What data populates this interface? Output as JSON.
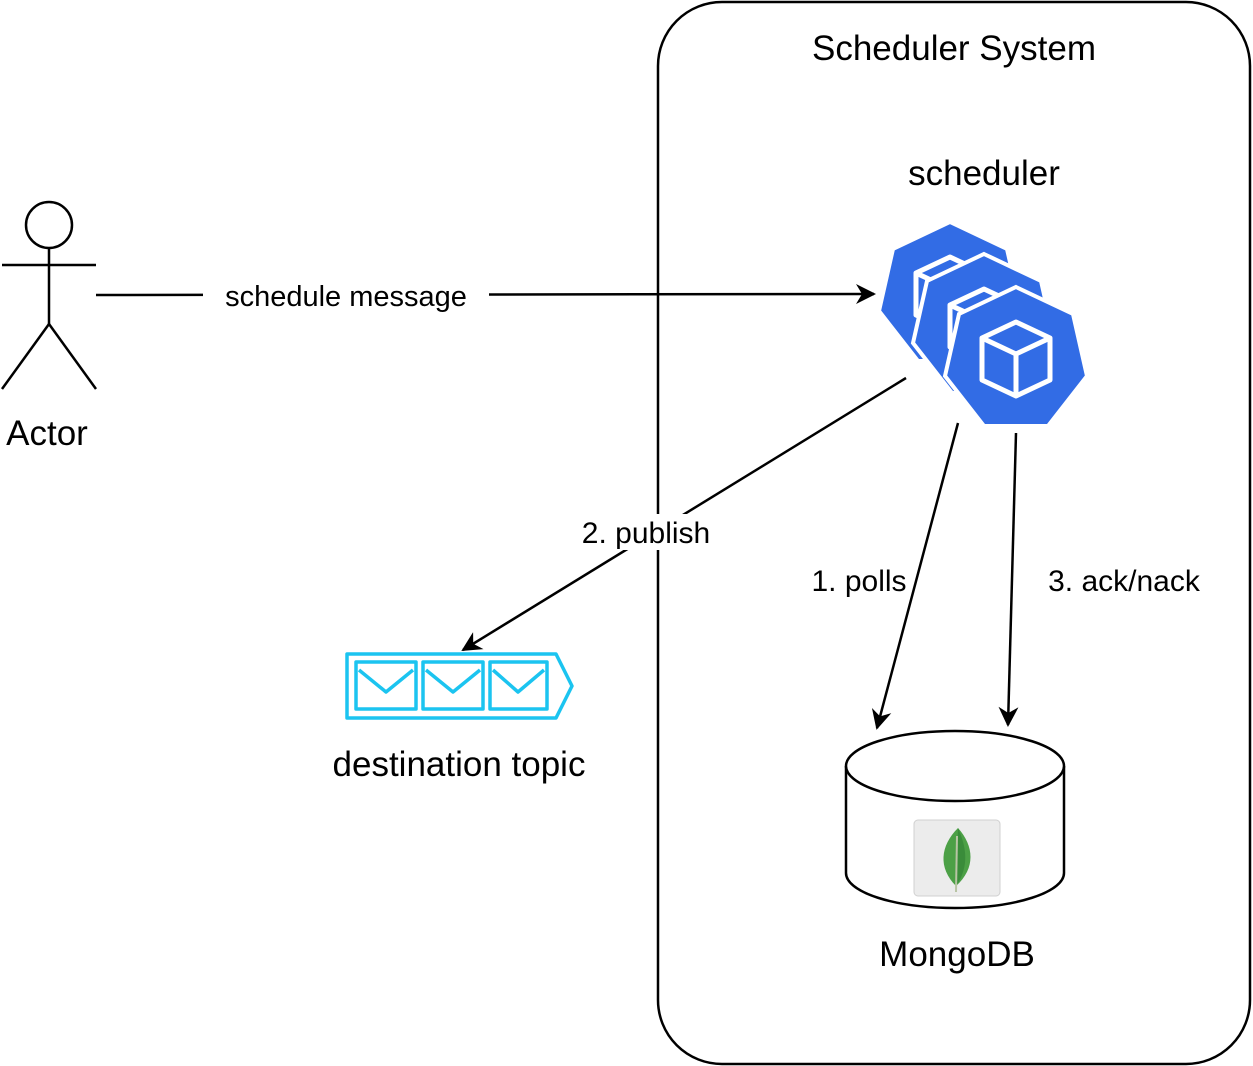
{
  "system_container": {
    "title": "Scheduler System"
  },
  "actor": {
    "label": "Actor"
  },
  "scheduler": {
    "label": "scheduler",
    "icon": "kubernetes-pods-icon",
    "color": "#326CE5"
  },
  "destination": {
    "label": "destination topic",
    "icon": "message-queue-icon",
    "color": "#1BC4F0"
  },
  "database": {
    "label": "MongoDB",
    "icon": "mongodb-leaf-icon",
    "leaf_color": "#4CA046"
  },
  "edges": {
    "schedule": "schedule message",
    "publish": "2. publish",
    "polls": "1. polls",
    "ack": "3. ack/nack"
  }
}
